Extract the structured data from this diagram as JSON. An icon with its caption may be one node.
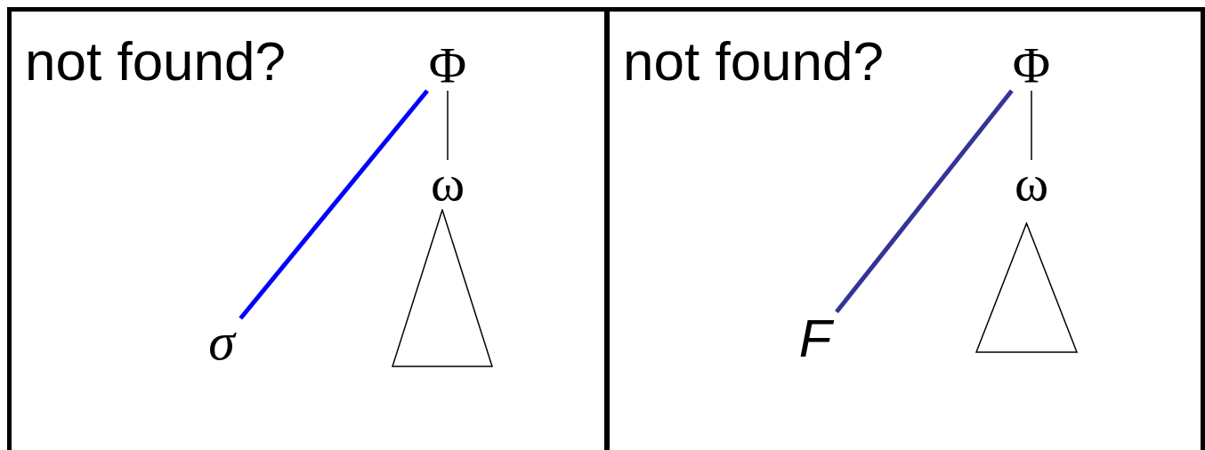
{
  "diagram": {
    "nodes": [
      {
        "text": [],
        "shape": "box"
      },
      {
        "text": [
          "Φ"
        ],
        "in": 0
      },
      {
        "text": [
          "ω"
        ],
        "in": 0
      },
      {
        "text": [],
        "shape": "triangle",
        "in": 0
      },
      {
        "text": [
          "σ"
        ],
        "in": 0
      },
      {
        "text": [],
        "shape": "box"
      },
      {
        "text": [
          "Φ"
        ],
        "in": 5
      },
      {
        "text": [
          "ω"
        ],
        "in": 5
      },
      {
        "text": [],
        "shape": "triangle",
        "in": 5
      },
      {
        "text": [
          "F"
        ],
        "in": 5
      }
    ],
    "edges": [
      {
        "from": 1,
        "to": 2,
        "arrow": "none"
      },
      {
        "from": 4,
        "to": 1,
        "arrow": "none",
        "style": "thick",
        "color": "#0000ff"
      },
      {
        "from": 6,
        "to": 7,
        "arrow": "none"
      },
      {
        "from": 9,
        "to": 6,
        "arrow": "none",
        "style": "thick",
        "color": "#333399"
      }
    ],
    "labels": [
      "not found?",
      "not found?"
    ]
  }
}
